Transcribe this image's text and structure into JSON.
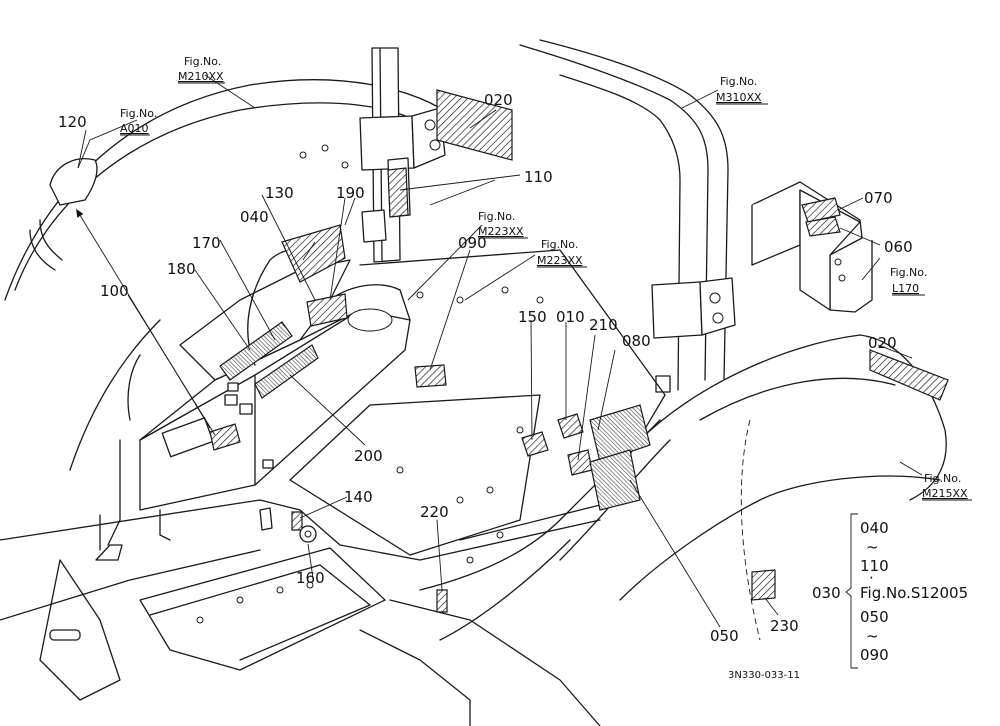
{
  "callouts": {
    "c010": "010",
    "c020a": "020",
    "c020b": "020",
    "c030": "030",
    "c040": "040",
    "c050": "050",
    "c060": "060",
    "c070": "070",
    "c080": "080",
    "c090": "090",
    "c100": "100",
    "c110": "110",
    "c120": "120",
    "c130": "130",
    "c140": "140",
    "c150": "150",
    "c160": "160",
    "c170": "170",
    "c180": "180",
    "c190": "190",
    "c200": "200",
    "c210": "210",
    "c220": "220",
    "c230": "230"
  },
  "figrefs": [
    {
      "label": "Fig.No.",
      "code": "M210XX"
    },
    {
      "label": "Fig.No.",
      "code": "A010"
    },
    {
      "label": "Fig.No.",
      "code": "M310XX"
    },
    {
      "label": "Fig.No.",
      "code": "M223XX"
    },
    {
      "label": "Fig.No.",
      "code": "M223XX"
    },
    {
      "label": "Fig.No.",
      "code": "L170"
    },
    {
      "label": "Fig.No.",
      "code": "M215XX"
    }
  ],
  "legend": {
    "range1_start": "040",
    "tilde": "~",
    "range1_end": "110",
    "dot": "·",
    "fig_ref": "Fig.No.S12005",
    "range2_start": "050",
    "range2_end": "090"
  },
  "drawing_code": "3N330-033-11"
}
